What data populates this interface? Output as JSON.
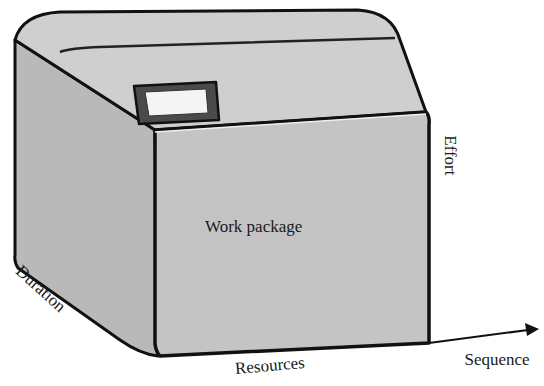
{
  "diagram": {
    "nodes": [
      {
        "text": [
          "Work package"
        ]
      }
    ],
    "labels": [
      "Duration",
      "Resources",
      "Effort",
      "Sequence"
    ]
  }
}
